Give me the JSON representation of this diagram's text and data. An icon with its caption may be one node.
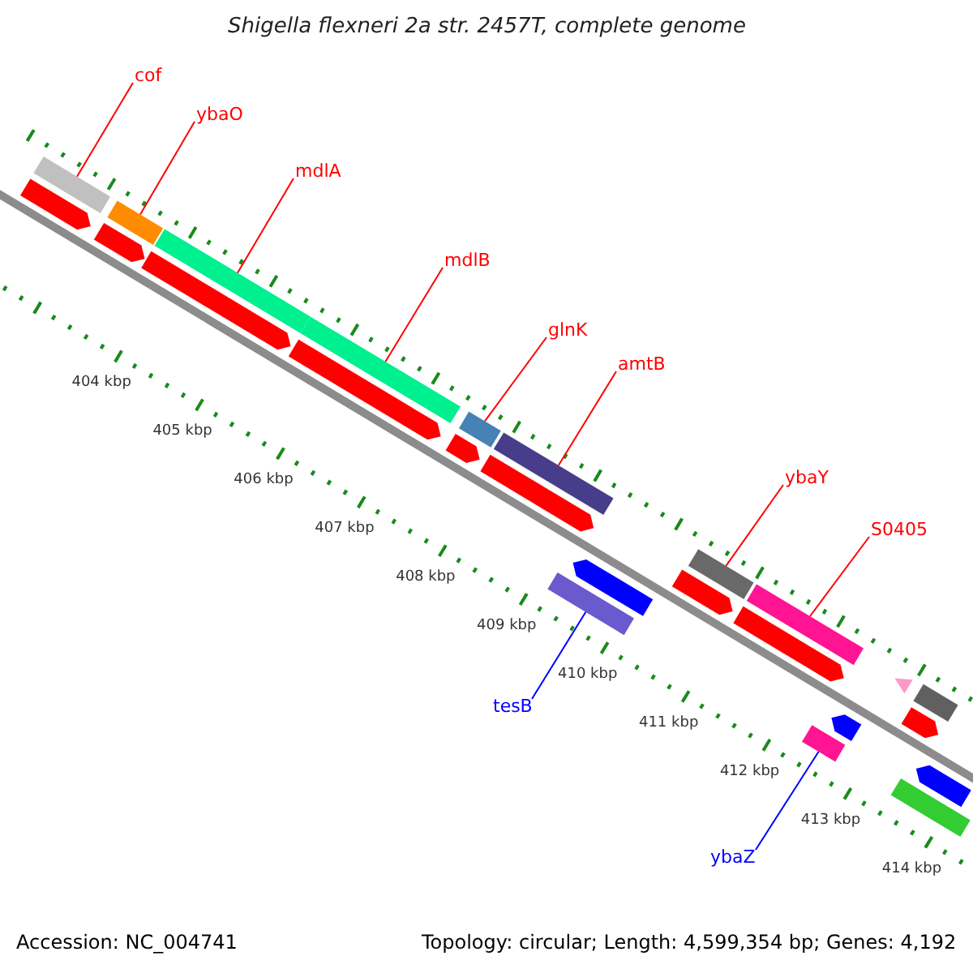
{
  "diagram": {
    "title": "Shigella flexneri 2a str. 2457T, complete genome",
    "nodes": [
      {
        "text": [
          "cof"
        ]
      },
      {
        "text": [
          "ybaO"
        ]
      },
      {
        "text": [
          "mdlA"
        ]
      },
      {
        "text": [
          "mdlB"
        ]
      },
      {
        "text": [
          "glnK"
        ]
      },
      {
        "text": [
          "amtB"
        ]
      },
      {
        "text": [
          "ybaY"
        ]
      },
      {
        "text": [
          "S0405"
        ]
      },
      {
        "text": [
          "tesB"
        ]
      },
      {
        "text": [
          "ybaZ"
        ]
      },
      {
        "text": [],
        "shape": "bar"
      },
      {
        "text": [],
        "shape": "bar"
      },
      {
        "text": [],
        "shape": "bar"
      },
      {
        "text": [],
        "shape": "bar"
      },
      {
        "text": [],
        "shape": "bar"
      },
      {
        "text": [],
        "shape": "bar"
      },
      {
        "text": [],
        "shape": "bar"
      },
      {
        "text": [],
        "shape": "bar"
      },
      {
        "text": [],
        "shape": "bar"
      },
      {
        "text": [],
        "shape": "bar"
      },
      {
        "text": [],
        "shape": "arrow"
      },
      {
        "text": [],
        "shape": "arrow"
      },
      {
        "text": [],
        "shape": "arrow"
      },
      {
        "text": [],
        "shape": "arrow"
      },
      {
        "text": [],
        "shape": "arrow"
      },
      {
        "text": [],
        "shape": "arrow"
      },
      {
        "text": [],
        "shape": "arrow"
      },
      {
        "text": [],
        "shape": "arrow"
      },
      {
        "text": [],
        "shape": "arrow"
      },
      {
        "text": [],
        "shape": "bar"
      },
      {
        "text": [],
        "shape": "arrow"
      },
      {
        "text": [],
        "shape": "arrow"
      },
      {
        "text": [],
        "shape": "arrow"
      },
      {
        "text": [],
        "shape": "bar"
      },
      {
        "text": [],
        "shape": "triangle"
      }
    ],
    "edges": [
      {
        "from": 0,
        "to": 10,
        "arrow": "none"
      },
      {
        "from": 1,
        "to": 11,
        "arrow": "none"
      },
      {
        "from": 2,
        "to": 12,
        "arrow": "none"
      },
      {
        "from": 3,
        "to": 13,
        "arrow": "none"
      },
      {
        "from": 4,
        "to": 14,
        "arrow": "none"
      },
      {
        "from": 5,
        "to": 15,
        "arrow": "none"
      },
      {
        "from": 6,
        "to": 16,
        "arrow": "none"
      },
      {
        "from": 7,
        "to": 17,
        "arrow": "none"
      },
      {
        "from": 8,
        "to": 18,
        "arrow": "none",
        "color": "#0000ff"
      },
      {
        "from": 9,
        "to": 19,
        "arrow": "none",
        "color": "#0000ff"
      }
    ],
    "labels": [
      "404 kbp",
      "405 kbp",
      "406 kbp",
      "407 kbp",
      "408 kbp",
      "409 kbp",
      "410 kbp",
      "411 kbp",
      "412 kbp",
      "413 kbp",
      "414 kbp",
      "Accession: NC_004741",
      "Topology: circular; Length: 4,599,354 bp; Genes: 4,192"
    ]
  }
}
